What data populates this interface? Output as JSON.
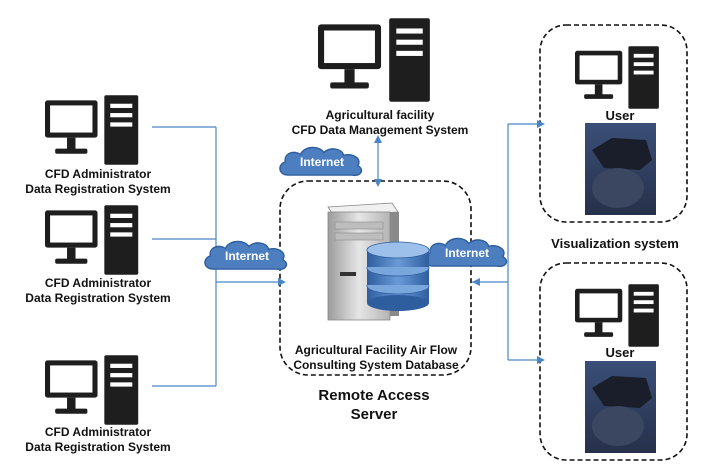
{
  "admin_systems": [
    {
      "line1": "CFD Administrator",
      "line2": "Data Registration System"
    },
    {
      "line1": "CFD Administrator",
      "line2": "Data Registration System"
    },
    {
      "line1": "CFD Administrator",
      "line2": "Data Registration System"
    }
  ],
  "management_system": {
    "line1": "Agricultural facility",
    "line2": "CFD Data Management System"
  },
  "clouds": {
    "left": "Internet",
    "top": "Internet",
    "right": "Internet"
  },
  "server_database": {
    "line1": "Agricultural Facility Air Flow",
    "line2": "Consulting System Database"
  },
  "remote_access_server": {
    "line1": "Remote Access",
    "line2": "Server"
  },
  "users": [
    {
      "label": "User"
    },
    {
      "label": "User"
    }
  ],
  "visualization_system": "Visualization system",
  "colors": {
    "connector": "#4a86c6",
    "cloud": "#4d7fc0",
    "cloud_dark": "#2f5e9e",
    "database": "#3f73b8",
    "server": "#d4d4d4",
    "computer": "#1e1e1e"
  }
}
